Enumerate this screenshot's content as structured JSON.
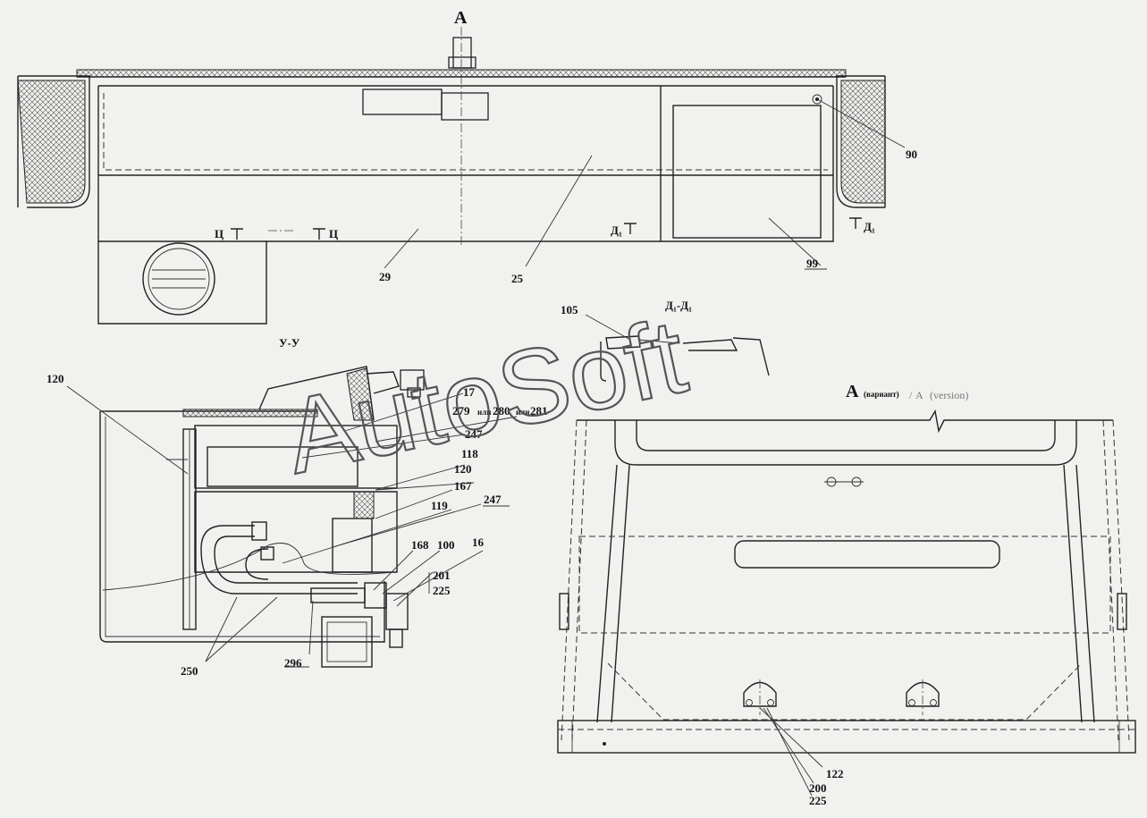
{
  "views": {
    "top": "А",
    "section_u": "У-У",
    "section_d": "Д₁-Д₁",
    "variant_title": "А",
    "variant_qualifier": "(вариант)",
    "variant_slash": "/",
    "variant_en_letter": "А",
    "variant_en": "(version)"
  },
  "section_marks": {
    "ts": "Ц",
    "d1": "Д₁"
  },
  "callouts": {
    "c90": "90",
    "c29": "29",
    "c25": "25",
    "c99": "99",
    "c105": "105",
    "c120a": "120",
    "c17": "17",
    "c279": "279",
    "or1": "или",
    "c280": "280",
    "or2": "или",
    "c281": "281",
    "c247a": "247",
    "c118": "118",
    "c120b": "120",
    "c167": "167",
    "c247b": "247",
    "c119": "119",
    "c168": "168",
    "c100": "100",
    "c16": "16",
    "c201": "201",
    "c225a": "225",
    "c250": "250",
    "c296": "296",
    "c122": "122",
    "c200": "200",
    "c225b": "225"
  },
  "watermark": "AutoSoft"
}
